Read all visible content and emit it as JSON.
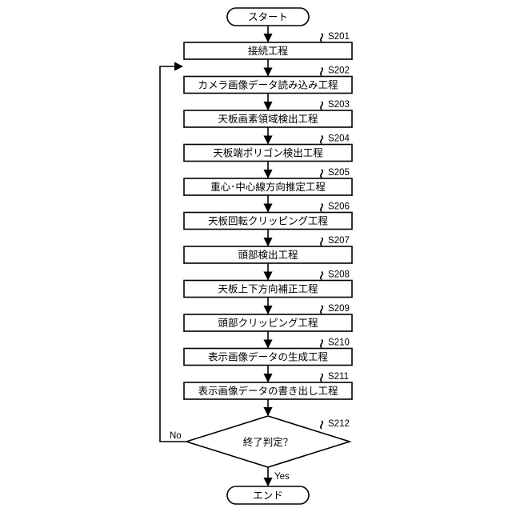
{
  "flowchart": {
    "start_label": "スタート",
    "end_label": "エンド",
    "steps": [
      {
        "id": "S201",
        "label": "接続工程"
      },
      {
        "id": "S202",
        "label": "カメラ画像データ読み込み工程"
      },
      {
        "id": "S203",
        "label": "天板画素領域検出工程"
      },
      {
        "id": "S204",
        "label": "天板端ポリゴン検出工程"
      },
      {
        "id": "S205",
        "label": "重心･中心線方向推定工程"
      },
      {
        "id": "S206",
        "label": "天板回転クリッピング工程"
      },
      {
        "id": "S207",
        "label": "頭部検出工程"
      },
      {
        "id": "S208",
        "label": "天板上下方向補正工程"
      },
      {
        "id": "S209",
        "label": "頭部クリッピング工程"
      },
      {
        "id": "S210",
        "label": "表示画像データの生成工程"
      },
      {
        "id": "S211",
        "label": "表示画像データの書き出し工程"
      }
    ],
    "decision": {
      "id": "S212",
      "label": "終了判定？",
      "no_label": "No",
      "yes_label": "Yes"
    }
  }
}
